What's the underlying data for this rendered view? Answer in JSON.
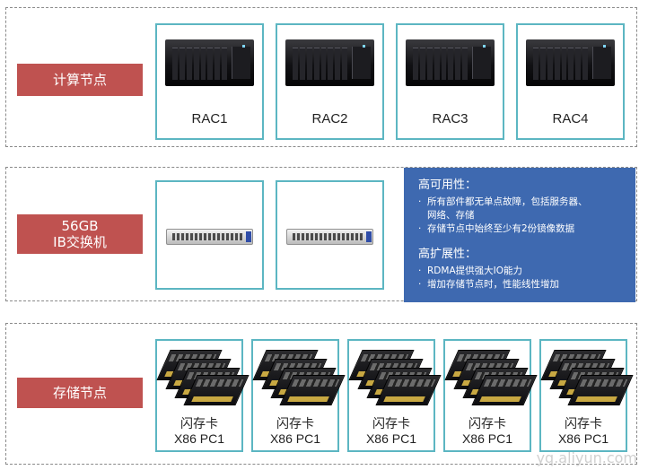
{
  "compute": {
    "label": "计算节点",
    "nodes": [
      "RAC1",
      "RAC2",
      "RAC3",
      "RAC4"
    ]
  },
  "ib": {
    "label_line1": "56GB",
    "label_line2": "IB交换机",
    "switch_count": 2
  },
  "info": {
    "ha_title": "高可用性：",
    "ha_items": [
      "所有部件都无单点故障，包括服务器、",
      "网络、存储",
      "存储节点中始终至少有2份镜像数据"
    ],
    "scale_title": "高扩展性：",
    "scale_items": [
      "RDMA提供强大IO能力",
      "增加存储节点时，性能线性增加"
    ],
    "bullet": "·"
  },
  "storage": {
    "label": "存储节点",
    "nodes": [
      {
        "line1": "闪存卡",
        "line2": "X86 PC1"
      },
      {
        "line1": "闪存卡",
        "line2": "X86 PC1"
      },
      {
        "line1": "闪存卡",
        "line2": "X86 PC1"
      },
      {
        "line1": "闪存卡",
        "line2": "X86 PC1"
      },
      {
        "line1": "闪存卡",
        "line2": "X86 PC1"
      }
    ]
  },
  "watermark": "yq.aliyun.com",
  "colors": {
    "label_bg": "#bf5250",
    "card_border": "#5cb6c2",
    "info_bg": "#3e69b0"
  }
}
